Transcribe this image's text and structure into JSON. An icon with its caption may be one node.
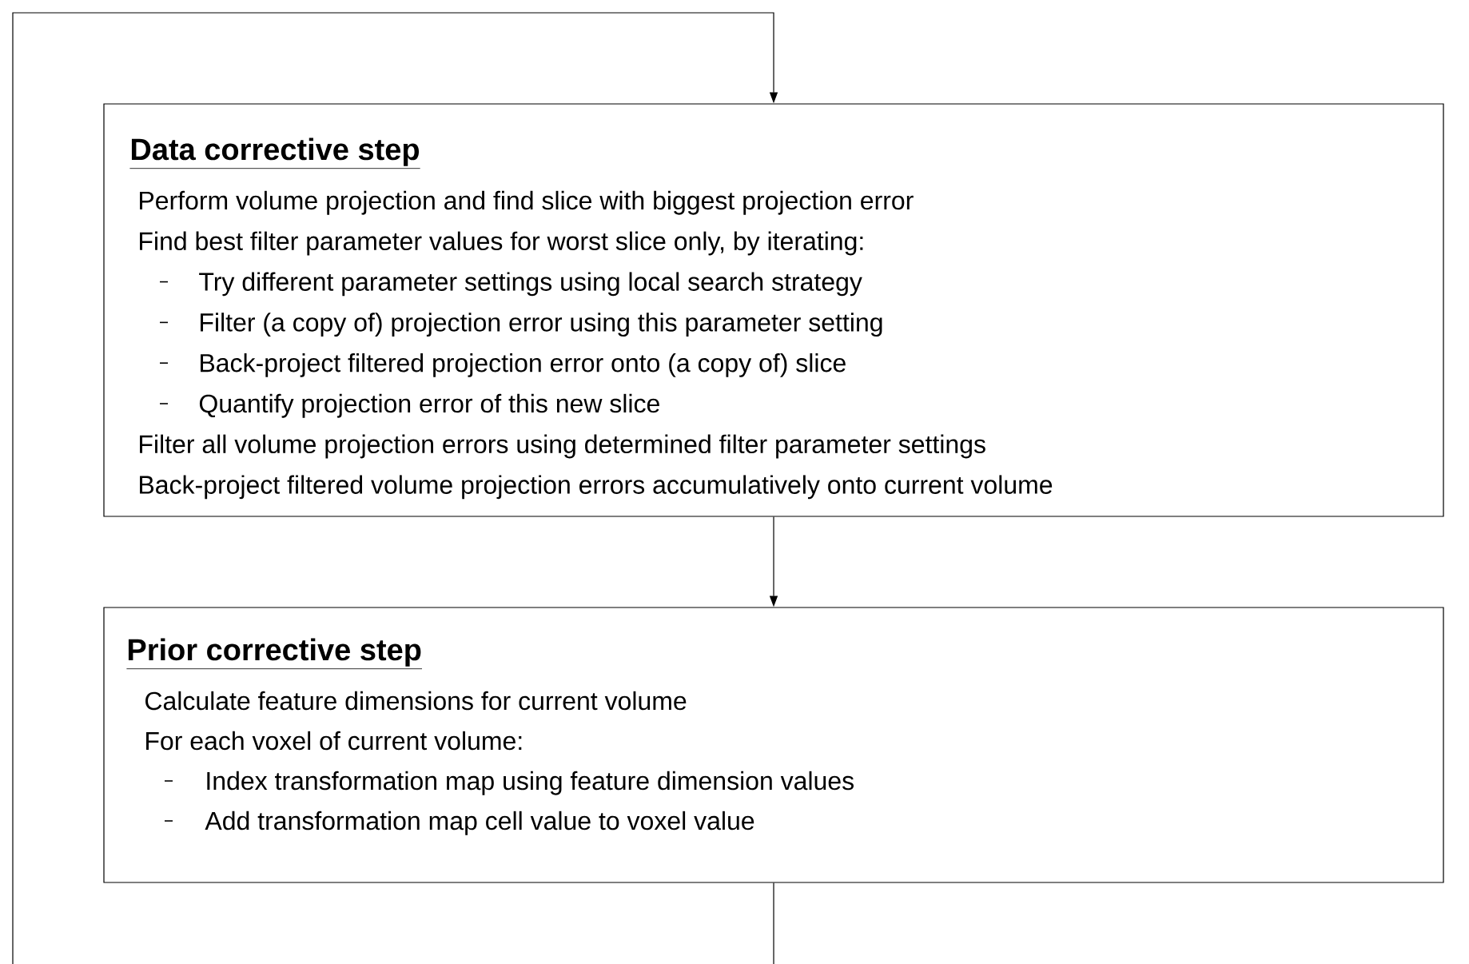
{
  "diagram": {
    "nodes": [
      {
        "text": [
          "Data corrective step",
          "Perform volume projection and find slice with biggest projection error",
          "Find best filter parameter values for worst slice only, by iterating:",
          "Try different parameter settings using local search strategy",
          "Filter (a copy of) projection error using this parameter setting",
          "Back-project filtered projection error onto (a copy of) slice",
          "Quantify projection error of this new slice",
          "Filter all volume projection errors using determined filter parameter settings",
          "Back-project filtered volume projection errors accumulatively onto current volume"
        ]
      },
      {
        "text": [
          "Prior corrective step",
          "Calculate feature dimensions for current volume",
          "For each voxel of current volume:",
          "Index transformation map using feature dimension values",
          "Add transformation map cell value to voxel value"
        ]
      }
    ],
    "edges": [
      {
        "from": 0,
        "to": 1,
        "arrow": "to"
      },
      {
        "from": 1,
        "to": 0,
        "arrow": "to"
      }
    ]
  }
}
